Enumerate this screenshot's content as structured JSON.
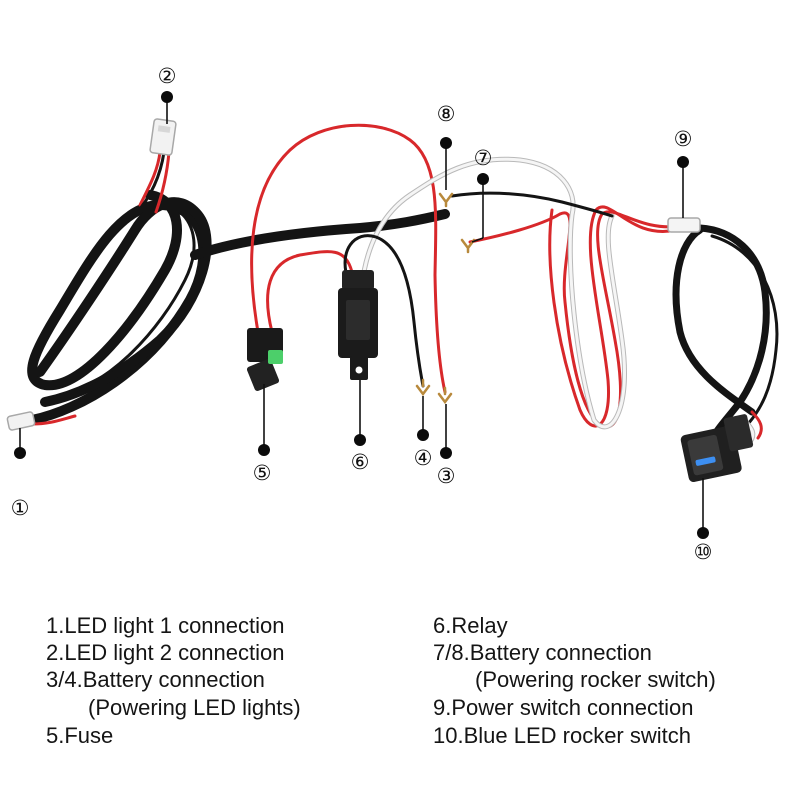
{
  "callouts": [
    "①",
    "②",
    "③",
    "④",
    "⑤",
    "⑥",
    "⑦",
    "⑧",
    "⑨",
    "⑩"
  ],
  "legend": {
    "left": [
      "1.LED light 1 connection",
      "2.LED light 2 connection",
      "3/4.Battery connection",
      "(Powering LED lights)",
      "5.Fuse"
    ],
    "right": [
      "6.Relay",
      "7/8.Battery connection",
      "(Powering rocker switch)",
      "9.Power switch connection",
      "10.Blue LED rocker switch"
    ]
  },
  "colors": {
    "wire_red": "#d8282b",
    "wire_black": "#141414",
    "wire_white": "#f5f5f5",
    "terminal": "#b8893c",
    "fuse": "#4ccf6a",
    "led": "#3d8ff2"
  }
}
